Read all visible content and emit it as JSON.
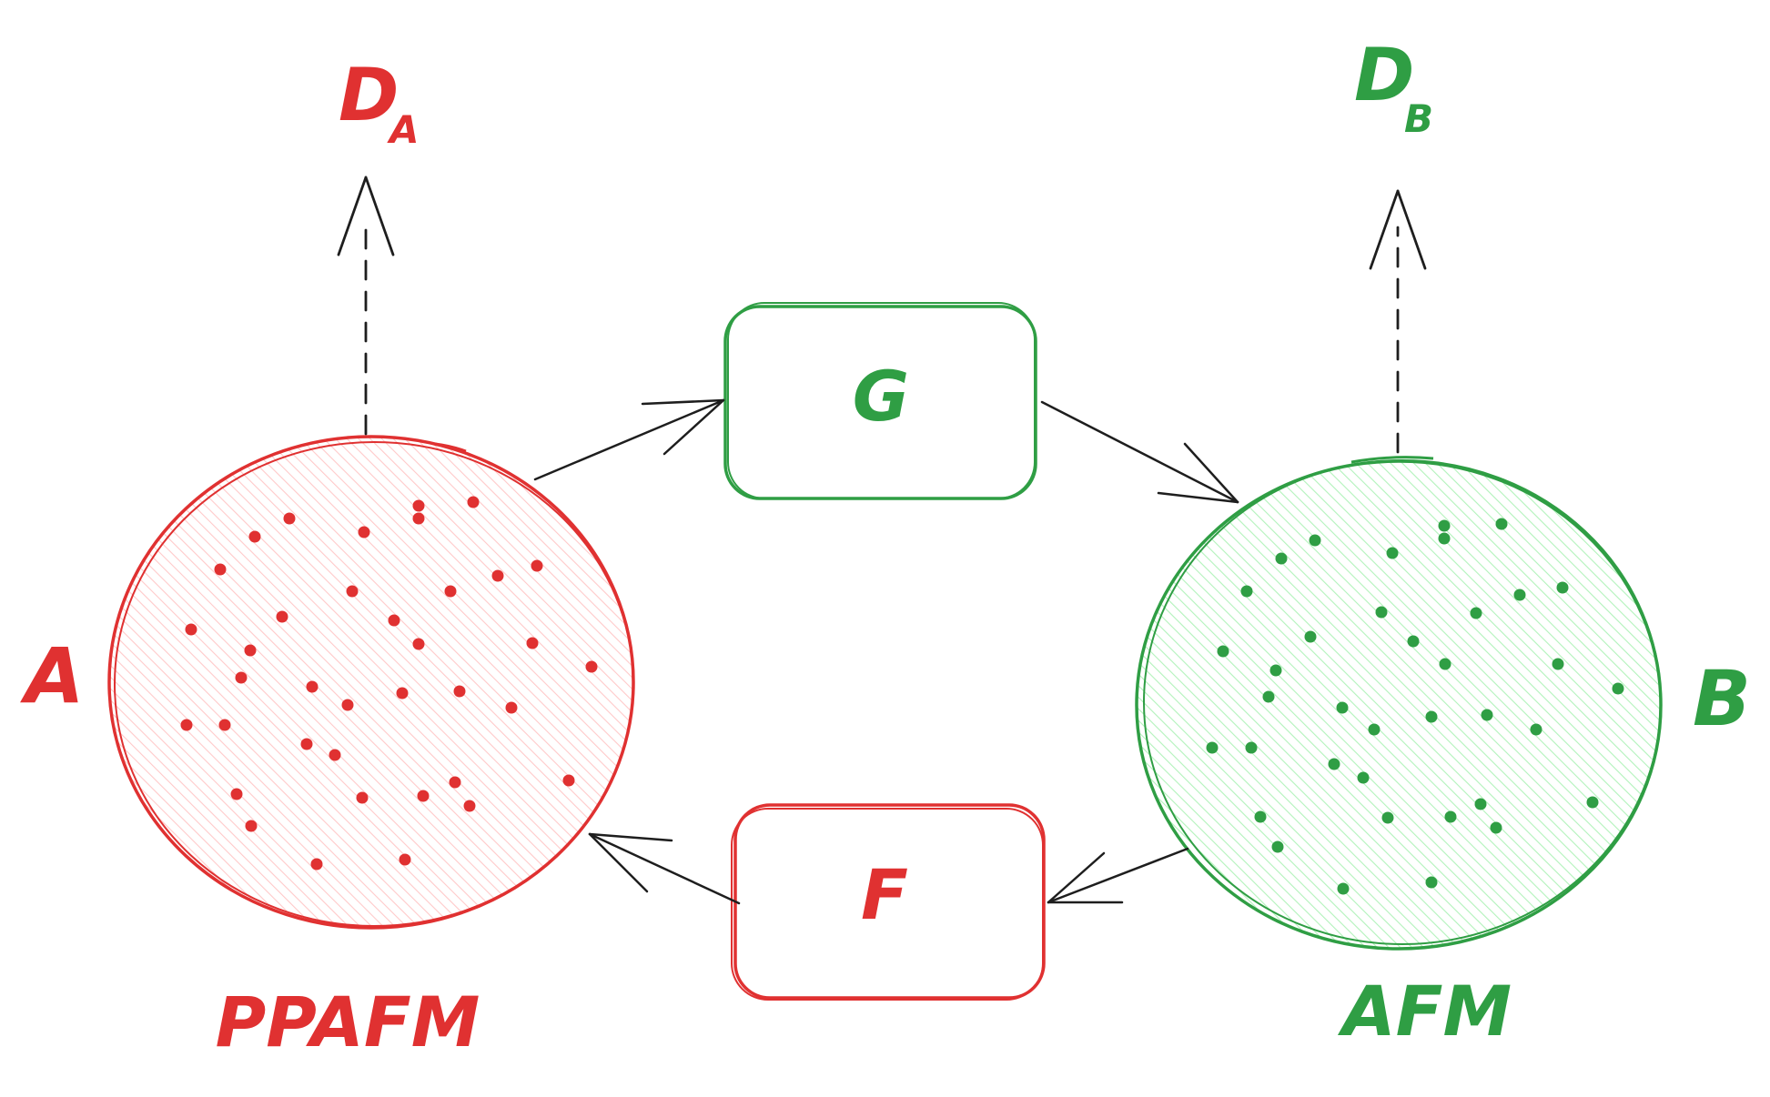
{
  "colors": {
    "red_stroke": "#e03131",
    "red_fill": "#ffc9c9",
    "green_stroke": "#2f9e44",
    "green_fill": "#b2f2bb",
    "arrow": "#1e1e1e"
  },
  "domain_a": {
    "label": "A",
    "caption": "PPAFM",
    "discriminator_main": "D",
    "discriminator_sub": "A"
  },
  "domain_b": {
    "label": "B",
    "caption": "AFM",
    "discriminator_main": "D",
    "discriminator_sub": "B"
  },
  "generator_g": {
    "label": "G"
  },
  "generator_f": {
    "label": "F"
  }
}
